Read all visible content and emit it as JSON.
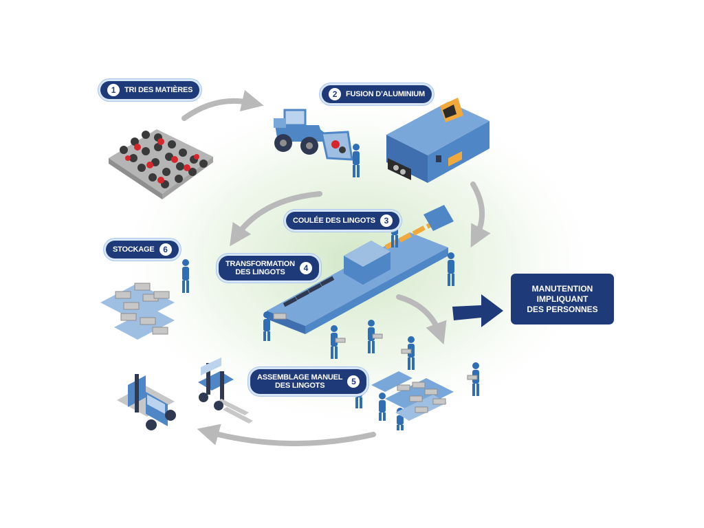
{
  "steps": [
    {
      "number": "1",
      "label": "TRI DES MATIÈRES"
    },
    {
      "number": "2",
      "label": "FUSION D’ALUMINIUM"
    },
    {
      "number": "3",
      "label": "COULÉE DES LINGOTS"
    },
    {
      "number": "4",
      "label_line1": "TRANSFORMATION",
      "label_line2": "DES LINGOTS"
    },
    {
      "number": "5",
      "label_line1": "ASSEMBLAGE MANUEL",
      "label_line2": "DES LINGOTS"
    },
    {
      "number": "6",
      "label": "STOCKAGE"
    }
  ],
  "result": {
    "line1": "MANUTENTION",
    "line2": "IMPLIQUANT",
    "line3": "DES PERSONNES"
  },
  "colors": {
    "navy": "#1e3a78",
    "machine_blue": "#4f86c6",
    "arrow_gray": "#b9b9b9",
    "glow_green": "#cfe6c4",
    "highlight_orange": "#f2a93b"
  }
}
